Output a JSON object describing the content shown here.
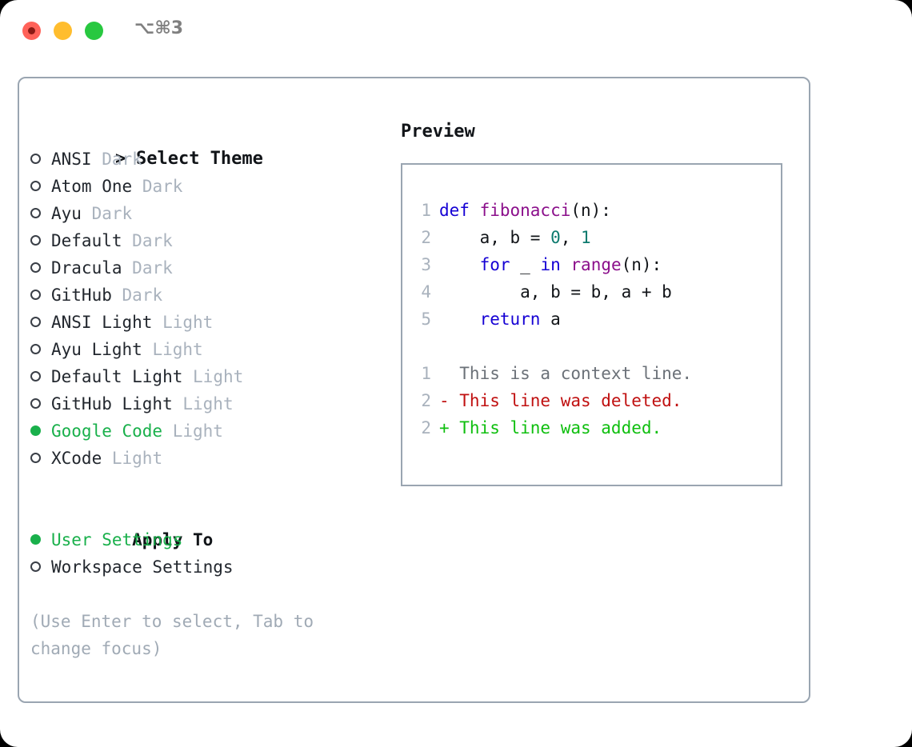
{
  "window": {
    "title": "⌥⌘3",
    "traffic_lights": [
      "close",
      "minimize",
      "maximize"
    ],
    "colors": {
      "close": "#ff6259",
      "minimize": "#ffbd2e",
      "maximize": "#28c840",
      "accent_green": "#19b04b",
      "panel_border": "#9aa5b1",
      "muted_text": "#a9b2bd"
    }
  },
  "theme_picker": {
    "header_marker": ">",
    "header_label": "Select Theme",
    "items": [
      {
        "marker": "o",
        "name": "ANSI",
        "variant": "Dark",
        "selected": false
      },
      {
        "marker": "o",
        "name": "Atom One",
        "variant": "Dark",
        "selected": false
      },
      {
        "marker": "o",
        "name": "Ayu",
        "variant": "Dark",
        "selected": false
      },
      {
        "marker": "o",
        "name": "Default",
        "variant": "Dark",
        "selected": false
      },
      {
        "marker": "o",
        "name": "Dracula",
        "variant": "Dark",
        "selected": false
      },
      {
        "marker": "o",
        "name": "GitHub",
        "variant": "Dark",
        "selected": false
      },
      {
        "marker": "o",
        "name": "ANSI Light",
        "variant": "Light",
        "selected": false
      },
      {
        "marker": "o",
        "name": "Ayu Light",
        "variant": "Light",
        "selected": false
      },
      {
        "marker": "o",
        "name": "Default Light",
        "variant": "Light",
        "selected": false
      },
      {
        "marker": "o",
        "name": "GitHub Light",
        "variant": "Light",
        "selected": false
      },
      {
        "marker": "●",
        "name": "Google Code",
        "variant": "Light",
        "selected": true
      },
      {
        "marker": "o",
        "name": "XCode",
        "variant": "Light",
        "selected": false
      }
    ]
  },
  "apply_to": {
    "header_label": "Apply To",
    "options": [
      {
        "marker": "●",
        "label": "User Settings",
        "selected": true
      },
      {
        "marker": "o",
        "label": "Workspace Settings",
        "selected": false
      }
    ]
  },
  "hint": "(Use Enter to select, Tab to change focus)",
  "preview": {
    "title": "Preview",
    "code_lines": [
      {
        "no": "1",
        "tokens": [
          {
            "t": "def ",
            "c": "tok-kw"
          },
          {
            "t": "fibonacci",
            "c": "tok-fn"
          },
          {
            "t": "(n):",
            "c": "tok-plain"
          }
        ]
      },
      {
        "no": "2",
        "tokens": [
          {
            "t": "    a, b = ",
            "c": "tok-plain"
          },
          {
            "t": "0",
            "c": "tok-num"
          },
          {
            "t": ", ",
            "c": "tok-plain"
          },
          {
            "t": "1",
            "c": "tok-num"
          }
        ]
      },
      {
        "no": "3",
        "tokens": [
          {
            "t": "    ",
            "c": "tok-plain"
          },
          {
            "t": "for",
            "c": "tok-kw"
          },
          {
            "t": " _ ",
            "c": "tok-plain"
          },
          {
            "t": "in",
            "c": "tok-kw"
          },
          {
            "t": " ",
            "c": "tok-plain"
          },
          {
            "t": "range",
            "c": "tok-fn"
          },
          {
            "t": "(n):",
            "c": "tok-plain"
          }
        ]
      },
      {
        "no": "4",
        "tokens": [
          {
            "t": "        a, b = b, a + b",
            "c": "tok-plain"
          }
        ]
      },
      {
        "no": "5",
        "tokens": [
          {
            "t": "    ",
            "c": "tok-plain"
          },
          {
            "t": "return",
            "c": "tok-kw"
          },
          {
            "t": " a",
            "c": "tok-plain"
          }
        ]
      }
    ],
    "diff_lines": [
      {
        "no": "1",
        "sign": "  ",
        "text": "This is a context line.",
        "kind": "diff-ctx"
      },
      {
        "no": "2",
        "sign": "- ",
        "text": "This line was deleted.",
        "kind": "diff-del"
      },
      {
        "no": "2",
        "sign": "+ ",
        "text": "This line was added.",
        "kind": "diff-add"
      }
    ]
  }
}
